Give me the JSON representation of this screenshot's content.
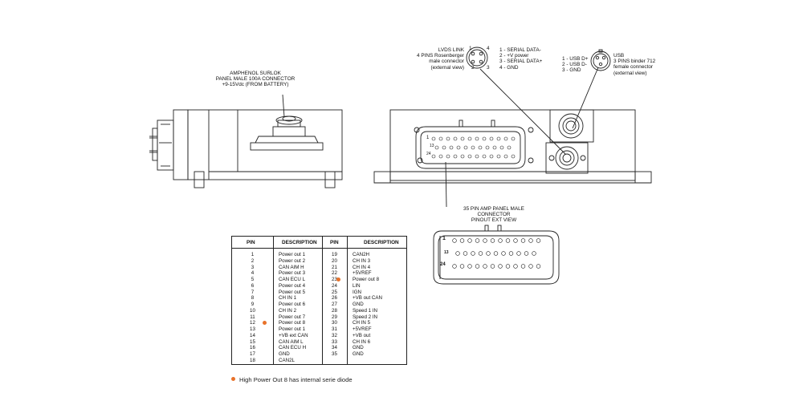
{
  "colors": {
    "accent": "#e8722a",
    "line": "#222222"
  },
  "labels": {
    "amphenol": [
      "AMPHENOL SURLOK",
      "PANEL MALE 100A CONNECTOR",
      "+9-15Vdc (FROM BATTERY)"
    ],
    "lvds": [
      "LVDS LINK",
      "4 PINS Rosenberger",
      "male connector",
      "(external view)"
    ],
    "lvds_pins": [
      "1 - SERIAL DATA-",
      "2 -     +V power",
      "3 -    SERIAL DATA+",
      "4 - GND"
    ],
    "usb_pins": [
      "1 - USB D+",
      "2 - USB D-",
      "3 - GND"
    ],
    "usb": [
      "USB",
      "3 PINS binder 712",
      "female connector",
      "(external view)"
    ],
    "amp35": [
      "35 PIN AMP PANEL MALE",
      "CONNECTOR",
      "PINOUT EXT VIEW"
    ],
    "small_pin_1": "1",
    "small_pin_13": "13",
    "small_pin_24": "24",
    "big_pin_1": "1",
    "big_pin_13": "13",
    "big_pin_24": "24",
    "lvds_pin_nums": [
      "1",
      "2",
      "3",
      "4"
    ]
  },
  "table": {
    "headers": {
      "pin_left": "PIN",
      "desc_left": "DESCRIPTION",
      "pin_right": "PIN",
      "desc_right": "DESCRIPTION"
    },
    "left_pins": [
      "1",
      "2",
      "3",
      "4",
      "5",
      "6",
      "7",
      "8",
      "9",
      "10",
      "11",
      "12",
      "13",
      "14",
      "15",
      "16",
      "17",
      "18"
    ],
    "left_desc": [
      "Power out 1",
      "Power out 2",
      "CAN AIM H",
      "Power out 3",
      "CAN ECU L",
      "Power out 4",
      "Power out 5",
      "CH IN 1",
      "Power out 6",
      "CH IN 2",
      "Power out 7",
      "Power out 8",
      "Power out 1",
      "+VB ext CAN",
      "CAN AIM L",
      "CAN ECU H",
      "GND",
      "CAN2L"
    ],
    "right_pins": [
      "19",
      "20",
      "21",
      "22",
      "23",
      "24",
      "25",
      "26",
      "27",
      "28",
      "29",
      "30",
      "31",
      "32",
      "33",
      "34",
      "35"
    ],
    "right_desc": [
      "CAN2H",
      "CH IN 3",
      "CH IN 4",
      "+5VREF",
      "Power out 8",
      "LIN",
      "IGN",
      "+VB out CAN",
      "GND",
      "Speed 1 IN",
      "Speed 2 IN",
      "CH IN 5",
      "+5VREF",
      "+VB out",
      "CH IN 6",
      "GND",
      "GND"
    ],
    "marked_left_index": 11,
    "marked_right_index": 4
  },
  "footnote": "High Power Out 8 has internal serie diode"
}
